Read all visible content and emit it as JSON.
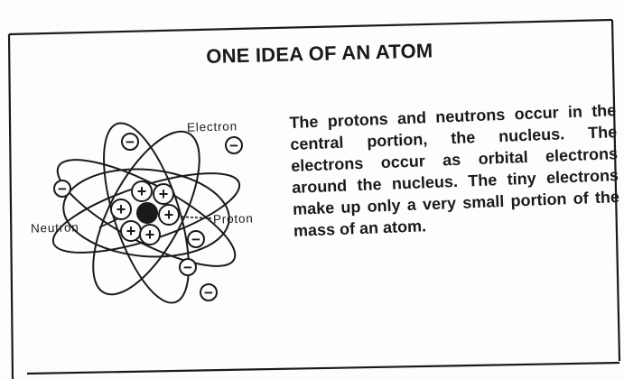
{
  "figure": {
    "title": "ONE IDEA OF AN ATOM",
    "labels": {
      "electron": "Electron",
      "neutron": "Neutron",
      "proton": "Proton"
    },
    "particle_symbols": {
      "electron": "−",
      "proton": "+"
    }
  },
  "description": "The protons and neutrons occur in the central portion, the nucleus. The electrons occur as orbital electrons around the nucleus. The tiny electrons make up only a very small portion of the mass of an atom.",
  "colors": {
    "ink": "#1a1a1a",
    "paper": "#fdfdfb"
  }
}
